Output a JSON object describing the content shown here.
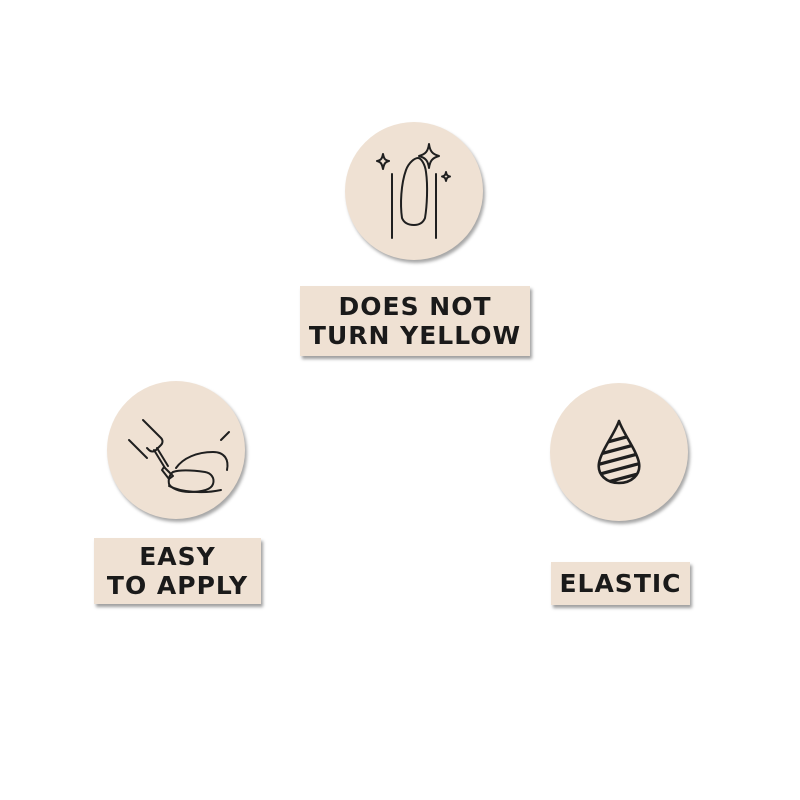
{
  "features": [
    {
      "id": "does-not-turn-yellow",
      "icon": "sparkling-nail-icon",
      "lines": [
        "DOES  NOT",
        "TURN  YELLOW"
      ]
    },
    {
      "id": "easy-to-apply",
      "icon": "nail-polish-brush-icon",
      "lines": [
        "EASY",
        "TO  APPLY"
      ]
    },
    {
      "id": "elastic",
      "icon": "striped-drop-icon",
      "lines": [
        "ELASTIC"
      ]
    }
  ],
  "colors": {
    "badge": "#efe1d3",
    "text": "#1a1a1a",
    "background": "#ffffff"
  }
}
